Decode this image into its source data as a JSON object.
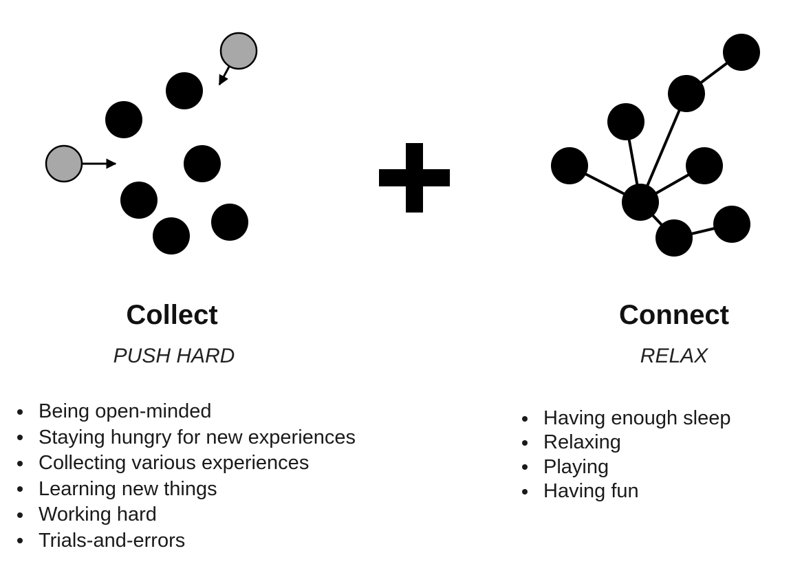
{
  "collect": {
    "title": "Collect",
    "subtitle": "PUSH HARD",
    "items": [
      "Being open-minded",
      "Staying hungry for new experiences",
      "Collecting various experiences",
      "Learning new things",
      "Working hard",
      "Trials-and-errors"
    ]
  },
  "connect": {
    "title": "Connect",
    "subtitle": "RELAX",
    "items": [
      "Having enough sleep",
      "Relaxing",
      "Playing",
      "Having fun"
    ]
  },
  "colors": {
    "node": "#000000",
    "incoming_node": "#a8a8a8",
    "edge": "#000000"
  }
}
